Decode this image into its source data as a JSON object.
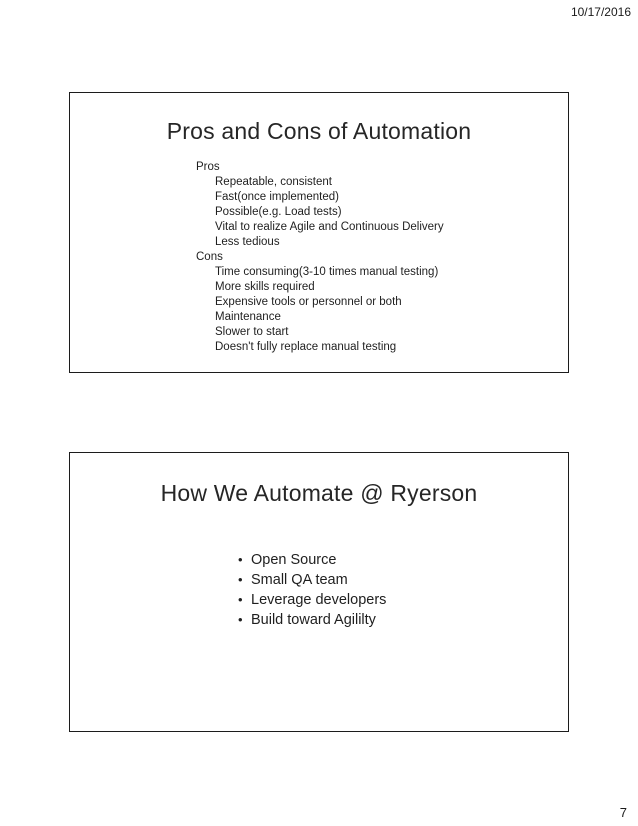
{
  "page": {
    "date": "10/17/2016",
    "number": "7"
  },
  "slides": [
    {
      "title": "Pros and Cons of Automation",
      "content": [
        {
          "text": "Pros",
          "level": 0
        },
        {
          "text": "Repeatable, consistent",
          "level": 1
        },
        {
          "text": "Fast(once implemented)",
          "level": 1
        },
        {
          "text": "Possible(e.g. Load tests)",
          "level": 1
        },
        {
          "text": "Vital to realize Agile and Continuous Delivery",
          "level": 1
        },
        {
          "text": "Less tedious",
          "level": 1
        },
        {
          "text": "Cons",
          "level": 0
        },
        {
          "text": "Time consuming(3-10 times manual testing)",
          "level": 1
        },
        {
          "text": "More skills required",
          "level": 1
        },
        {
          "text": "Expensive tools or personnel or both",
          "level": 1
        },
        {
          "text": "Maintenance",
          "level": 1
        },
        {
          "text": "Slower to start",
          "level": 1
        },
        {
          "text": "Doesn't fully replace manual testing",
          "level": 1
        }
      ]
    },
    {
      "title": "How We Automate @ Ryerson",
      "bullet_glyph": "•",
      "bullets": [
        "Open Source",
        "Small QA team",
        "Leverage developers",
        "Build toward Agililty"
      ]
    }
  ]
}
